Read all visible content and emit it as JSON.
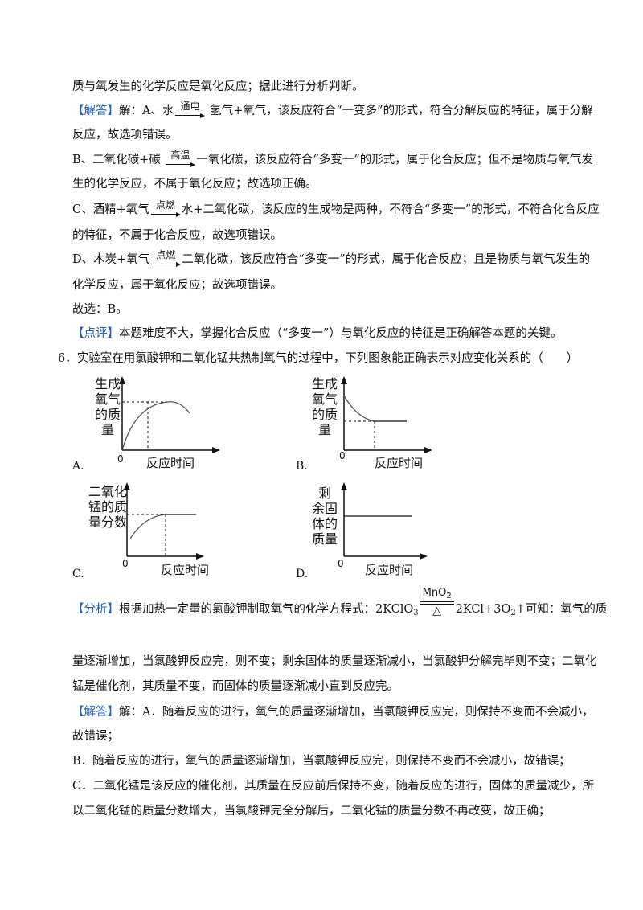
{
  "l1": "质与氧发生的化学反应是氧化反应；据此进行分析判断。",
  "l2": {
    "tag": "【解答】",
    "a": "解：A、水",
    "cond": "通电",
    "b": " 氢气+氧气，该反应符合“一变多”的形式，符合分解反应的特征，属于分解"
  },
  "l3": "反应，故选项错误。",
  "l4": {
    "a": "B、二氧化碳+碳 ",
    "cond": "高温",
    "b": "一氧化碳，该反应符合“多变一”的形式，属于化合反应；但不是物质与氧气发"
  },
  "l5": "生的化学反应，不属于氧化反应；故选项正确。",
  "l6": {
    "a": "C、酒精+氧气",
    "cond": "点燃",
    "b": "水+二氧化碳，该反应的生成物是两种，不符合“多变一”的形式，不符合化合反应"
  },
  "l7": "的特征，不属于化合反应，故选项错误。",
  "l8": {
    "a": "D、木炭+氧气",
    "cond": "点燃",
    "b": "二氧化碳，该反应符合“多变一”的形式，属于化合反应；且是物质与氧气发生的"
  },
  "l9": "化学反应，属于氧化反应；故选项错误。",
  "l10": "故选：B。",
  "l11": {
    "tag": "【点评】",
    "b": "本题难度不大，掌握化合反应（“多变一”）与氧化反应的特征是正确解答本题的关键。"
  },
  "q6": "6．实验室在用氯酸钾和二氧化锰共热制氧气的过程中，下列图象能正确表示对应变化关系的（　　）",
  "graphs": [
    {
      "option": "A.",
      "ylabel": [
        "生成",
        "氧气",
        "的质",
        "量"
      ],
      "xlabel": "反应时间",
      "origin": "0"
    },
    {
      "option": "B.",
      "ylabel": [
        "生成",
        "氧气",
        "的质",
        "量"
      ],
      "xlabel": "反应时间",
      "origin": "0"
    },
    {
      "option": "C.",
      "ylabel": [
        "二氧化",
        "锰的质",
        "量分数"
      ],
      "xlabel": "反应时间",
      "origin": "0"
    },
    {
      "option": "D.",
      "ylabel": [
        "剩",
        "余固",
        "体的",
        "质量"
      ],
      "xlabel": "反应时间",
      "origin": "0"
    }
  ],
  "analysis": {
    "tag": "【分析】",
    "a": "根据加热一定量的氯酸钾制取氧气的化学方程式：2KClO",
    "sub3": "3",
    "cat_a": "MnO",
    "cat_sub": "2",
    "heat": "△",
    "b": "2KCl+3O",
    "sub2": "2",
    "c": "↑可知：氧气的质"
  },
  "a2": "量逐渐增加，当氯酸钾反应完，则不变；剩余固体的质量逐渐减小，当氯酸钾分解完毕则不变；二氧化",
  "a3": "锰是催化剂，其质量不变，而固体的质量逐渐减小直到反应完。",
  "s1": {
    "tag": "【解答】",
    "b": "解：A．随着反应的进行，氧气的质量逐渐增加，当氯酸钾反应完，则保持不变而不会减小，"
  },
  "s2": "故错误；",
  "s3": "B．随着反应的进行，氧气的质量逐渐增加，当氯酸钾反应完，则保持不变而不会减小，故错误；",
  "s4": "C．二氧化锰是该反应的催化剂，其质量在反应前后保持不变，随着反应的进行，固体的质量减少，所",
  "s5": "以二氧化锰的质量分数增大，当氯酸钾完全分解后，二氧化锰的质量分数不再改变，故正确；"
}
